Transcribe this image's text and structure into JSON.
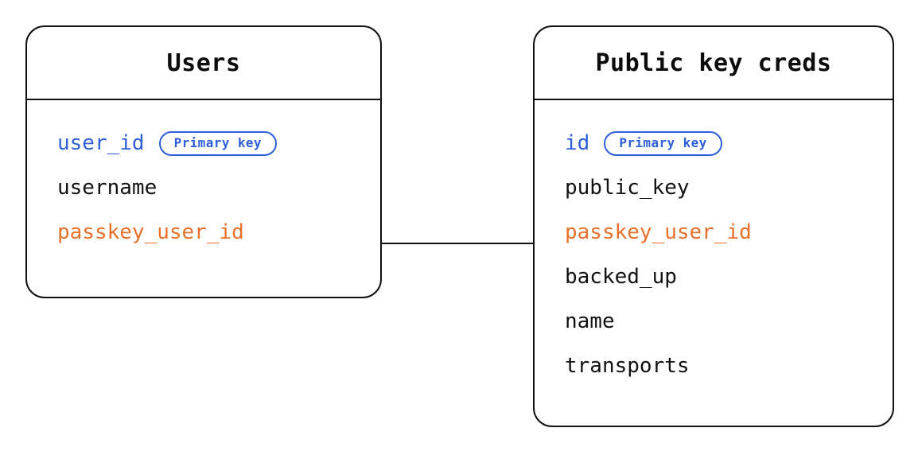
{
  "diagram": {
    "type": "entity-relationship-diagram",
    "background_color": "#ffffff",
    "colors": {
      "border": "#111111",
      "text": "#111111",
      "primary_key": "#2f5fd8",
      "foreign_key": "#e8702a",
      "badge_border": "#2f5fd8"
    },
    "entities": [
      {
        "id": "users",
        "title": "Users",
        "fields": [
          {
            "name": "user_id",
            "role": "pk",
            "badge": "Primary key"
          },
          {
            "name": "username",
            "role": "plain",
            "badge": null
          },
          {
            "name": "passkey_user_id",
            "role": "fk",
            "badge": null
          }
        ]
      },
      {
        "id": "public-key-creds",
        "title": "Public key creds",
        "fields": [
          {
            "name": "id",
            "role": "pk",
            "badge": "Primary key"
          },
          {
            "name": "public_key",
            "role": "plain",
            "badge": null
          },
          {
            "name": "passkey_user_id",
            "role": "fk",
            "badge": null
          },
          {
            "name": "backed_up",
            "role": "plain",
            "badge": null
          },
          {
            "name": "name",
            "role": "plain",
            "badge": null
          },
          {
            "name": "transports",
            "role": "plain",
            "badge": null
          }
        ]
      }
    ],
    "relationships": [
      {
        "id": "users-to-public-key-creds",
        "from_entity": "users",
        "from_field": "passkey_user_id",
        "to_entity": "public-key-creds",
        "to_field": "passkey_user_id",
        "style": "solid-line"
      }
    ]
  }
}
